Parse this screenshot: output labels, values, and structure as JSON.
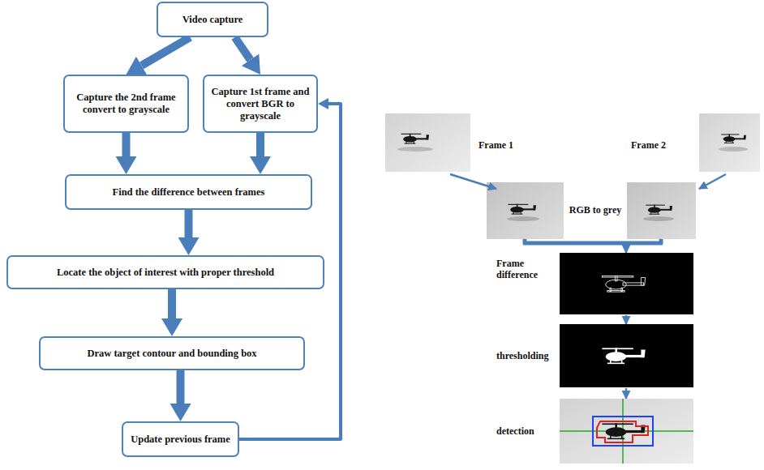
{
  "diagram": {
    "nodes": [
      {
        "text": [
          "Video capture"
        ]
      },
      {
        "text": [
          "Capture the 2nd frame convert to grayscale"
        ]
      },
      {
        "text": [
          "Capture 1st frame and convert BGR to grayscale"
        ]
      },
      {
        "text": [
          "Find the difference between frames"
        ]
      },
      {
        "text": [
          "Locate the object of interest with proper threshold"
        ]
      },
      {
        "text": [
          "Draw target contour and bounding box"
        ]
      },
      {
        "text": [
          "Update previous frame"
        ]
      }
    ],
    "edges": [
      {
        "from": 0,
        "to": 1,
        "arrow": "to"
      },
      {
        "from": 0,
        "to": 2,
        "arrow": "to"
      },
      {
        "from": 1,
        "to": 3,
        "arrow": "to"
      },
      {
        "from": 2,
        "to": 3,
        "arrow": "to"
      },
      {
        "from": 3,
        "to": 4,
        "arrow": "to"
      },
      {
        "from": 4,
        "to": 5,
        "arrow": "to"
      },
      {
        "from": 5,
        "to": 6,
        "arrow": "to"
      },
      {
        "from": 6,
        "to": 2,
        "arrow": "to"
      }
    ],
    "labels": [
      "Frame 1",
      "Frame 2",
      "RGB to grey",
      "Frame difference",
      "thresholding",
      "detection"
    ]
  }
}
